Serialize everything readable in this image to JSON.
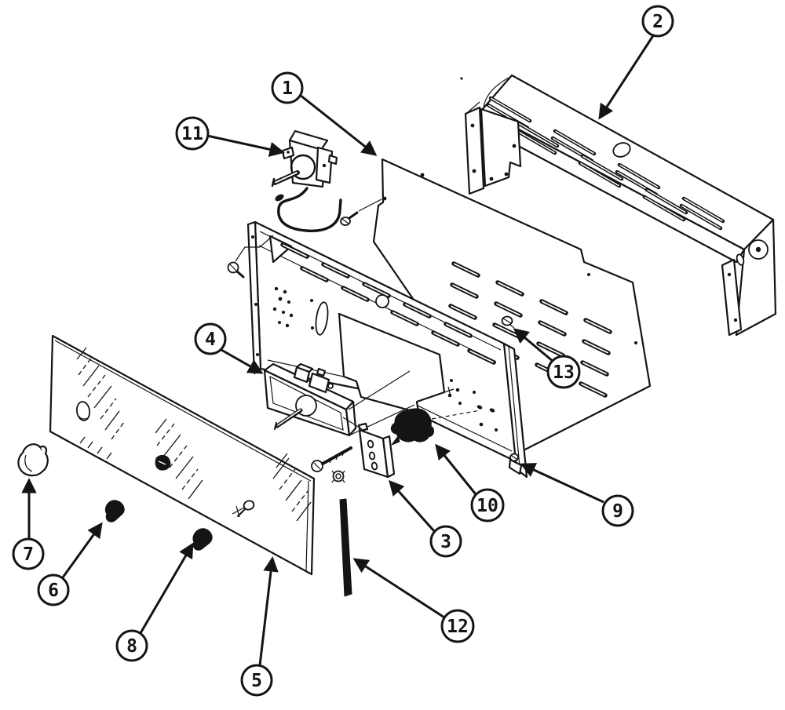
{
  "diagram": {
    "kind": "exploded-parts-diagram",
    "subject": "control panel assembly"
  },
  "colors": {
    "ink": "#141414",
    "paper": "#ffffff"
  },
  "callouts": [
    {
      "label": "1"
    },
    {
      "label": "2"
    },
    {
      "label": "3"
    },
    {
      "label": "4"
    },
    {
      "label": "5"
    },
    {
      "label": "6"
    },
    {
      "label": "7"
    },
    {
      "label": "8"
    },
    {
      "label": "9"
    },
    {
      "label": "10"
    },
    {
      "label": "11"
    },
    {
      "label": "12"
    },
    {
      "label": "13"
    }
  ]
}
